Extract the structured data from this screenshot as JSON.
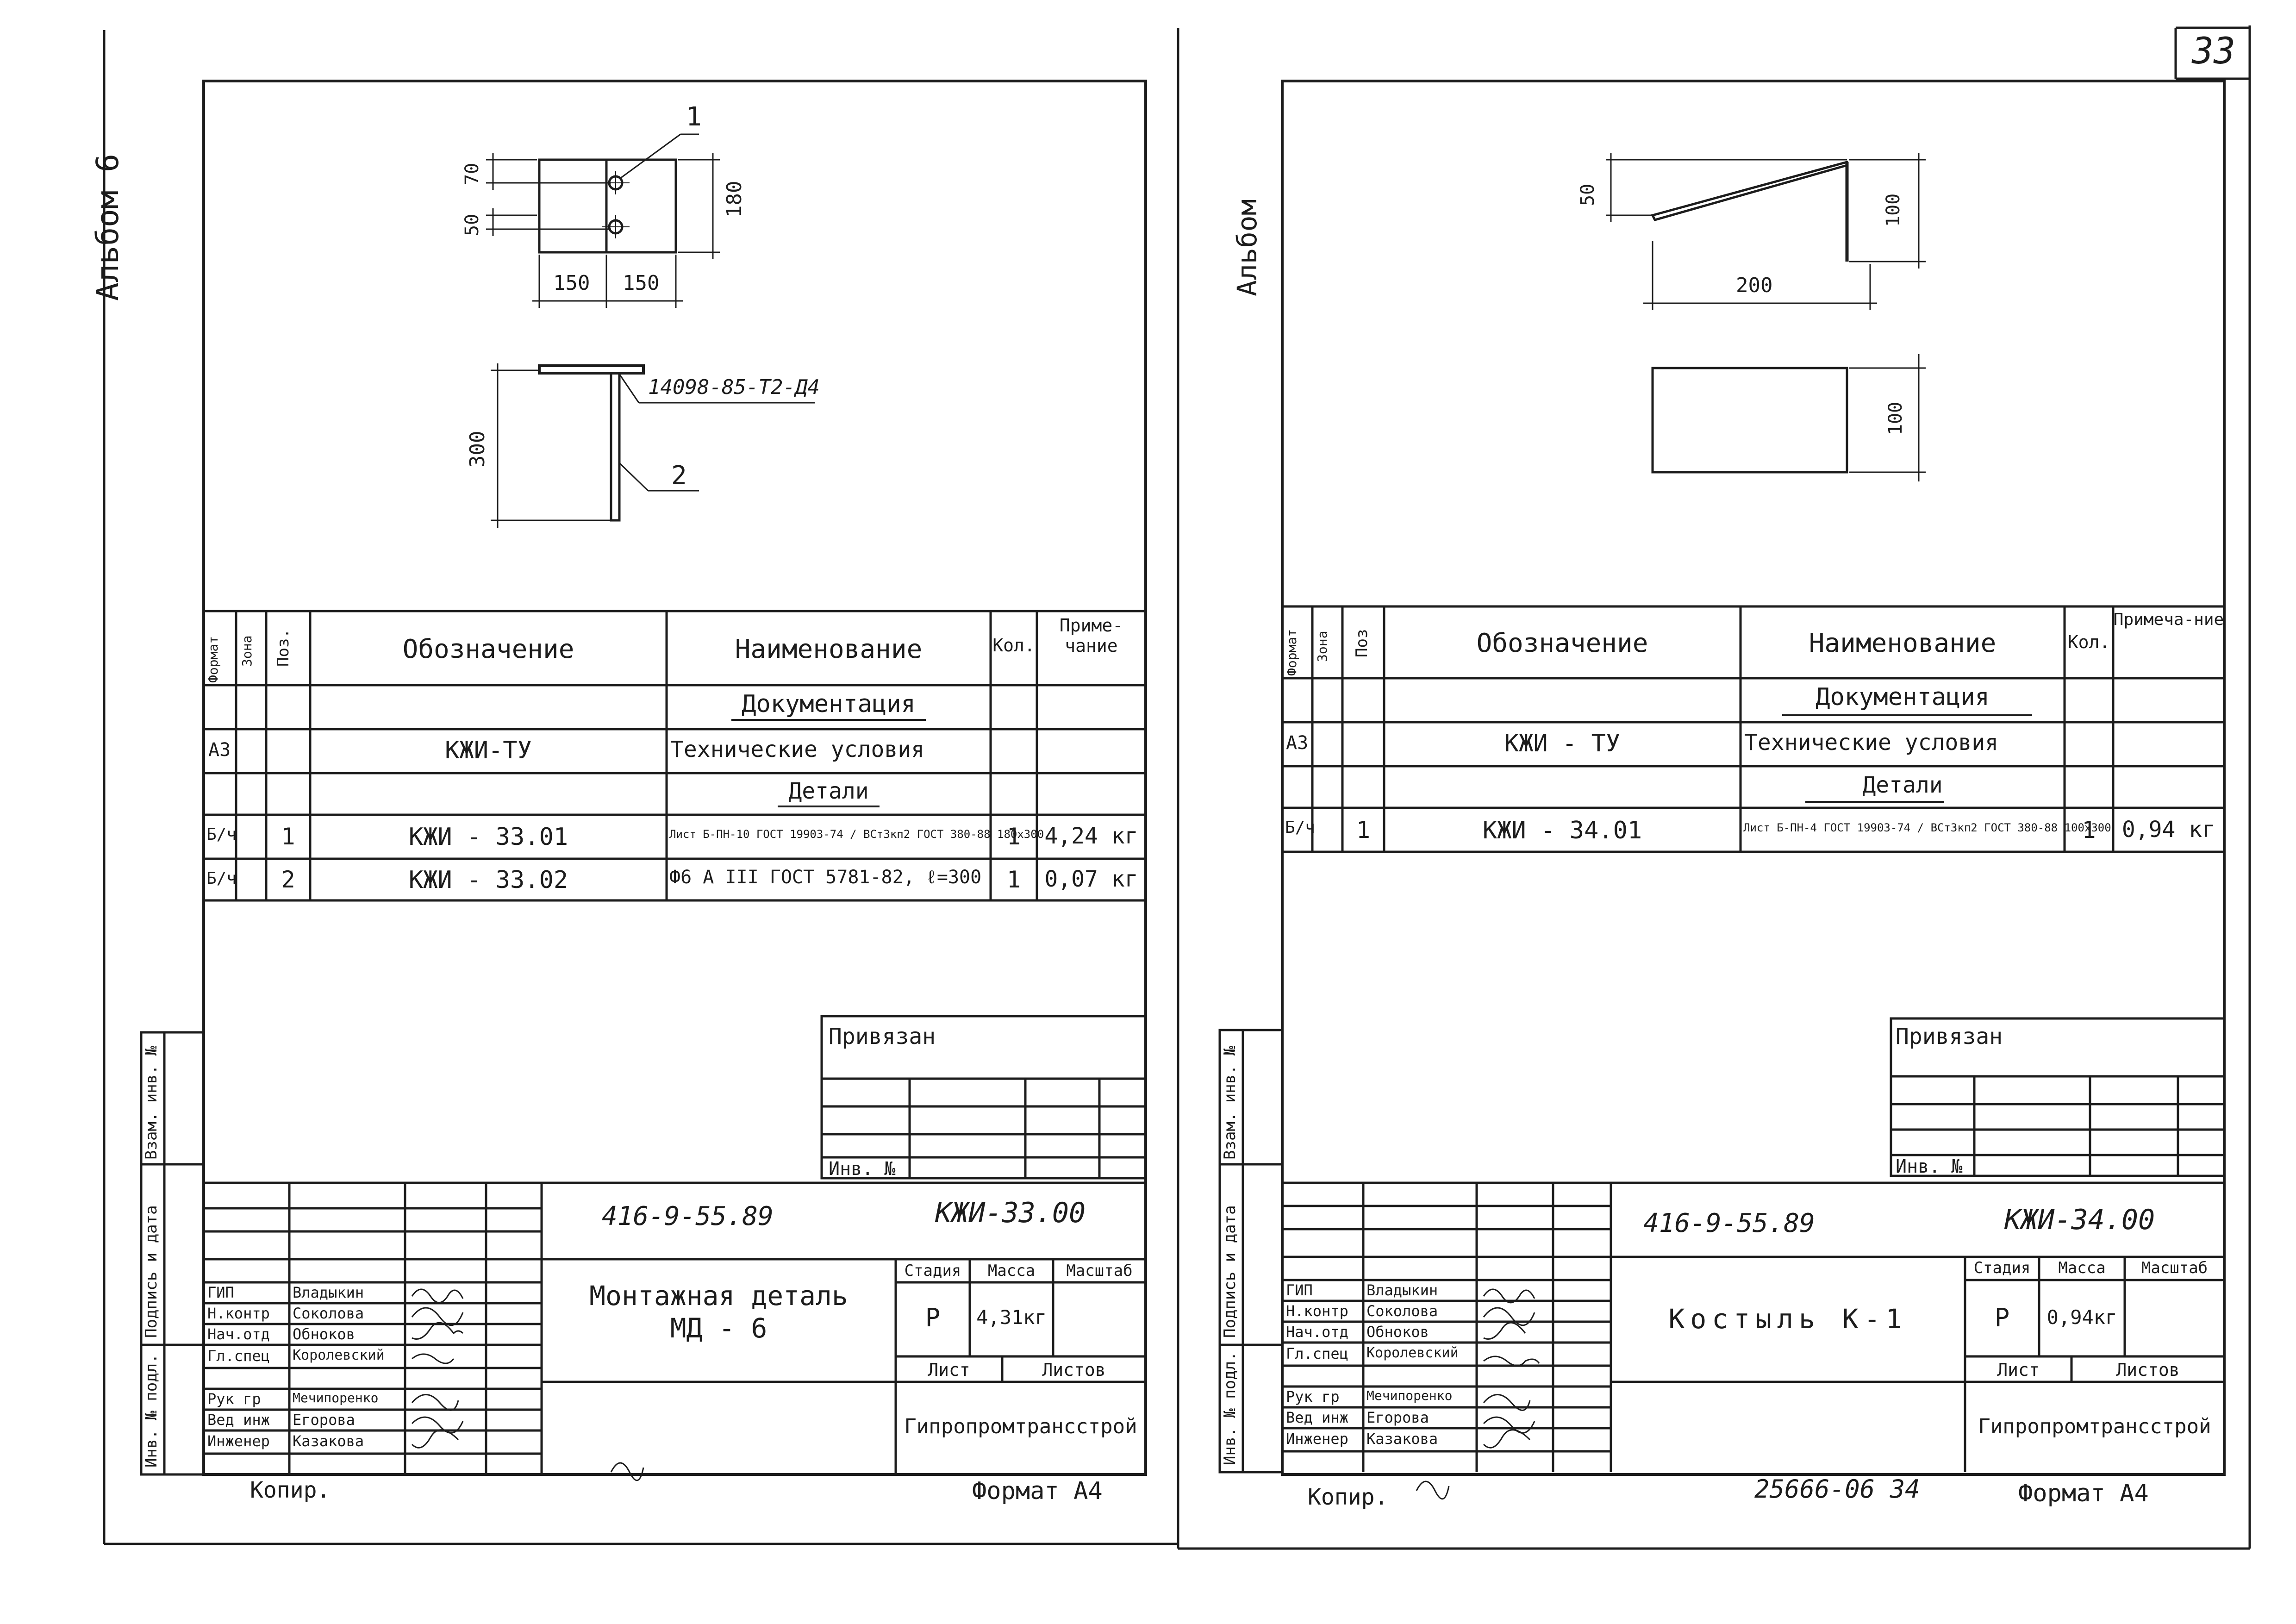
{
  "page_number": "33",
  "bottom_stamp": "25666-06 34",
  "left_sheet": {
    "album_label": "Альбом 6",
    "callout_1": "1",
    "callout_2": "2",
    "weld_note": "14098-85-Т2-Д4",
    "dims": {
      "d1": "70",
      "d2": "50",
      "d3": "150",
      "d4": "150",
      "d5": "180",
      "d6": "300"
    },
    "table": {
      "headers": {
        "format": "Формат",
        "zone": "Зона",
        "pos": "Поз.",
        "designation": "Обозначение",
        "name": "Наименование",
        "qty": "Кол.",
        "note": "Приме-чание"
      },
      "rows": [
        {
          "format": "",
          "pos": "",
          "designation": "",
          "name": "Документация",
          "qty": "",
          "note": ""
        },
        {
          "format": "А3",
          "pos": "",
          "designation": "КЖИ-ТУ",
          "name": "Технические условия",
          "qty": "",
          "note": ""
        },
        {
          "format": "",
          "pos": "",
          "designation": "",
          "name": "Детали",
          "qty": "",
          "note": ""
        },
        {
          "format": "Б/ч",
          "pos": "1",
          "designation": "КЖИ - 33.01",
          "name": "Лист Б-ПН-10 ГОСТ 19903-74 / ВСт3кп2 ГОСТ 380-88  180х300",
          "qty": "1",
          "note": "4,24 кг"
        },
        {
          "format": "Б/ч",
          "pos": "2",
          "designation": "КЖИ - 33.02",
          "name": "Ф6 А III ГОСТ 5781-82, ℓ=300",
          "qty": "1",
          "note": "0,07 кг"
        }
      ]
    },
    "side_stamps": [
      "Инв. № подл.",
      "Подпись и дата",
      "Взам. инв. №"
    ],
    "privyazan": "Привязан",
    "inv_no": "Инв. №",
    "title_block": {
      "code": "416-9-55.89",
      "drawing": "КЖИ-33.00",
      "title_line1": "Монтажная деталь",
      "title_line2": "МД - 6",
      "stage_h": "Стадия",
      "mass_h": "Масса",
      "scale_h": "Масштаб",
      "stage": "Р",
      "mass": "4,31кг",
      "sheet": "Лист",
      "sheets": "Листов",
      "org": "Гипропромтрансстрой",
      "roles": [
        "ГИП",
        "Н.контр",
        "Нач.отд",
        "Гл.спец",
        "Рук гр",
        "Вед инж",
        "Инженер"
      ],
      "names": [
        "Владыкин",
        "Соколова",
        "Обноков",
        "Королевский",
        "Мечипоренко",
        "Егорова",
        "Казакова"
      ]
    },
    "copy": "Копир.",
    "format_label": "Формат А4"
  },
  "right_sheet": {
    "album_label": "Альбом",
    "dims": {
      "d1": "50",
      "d2": "100",
      "d3": "200",
      "d4": "100"
    },
    "table": {
      "headers": {
        "format": "Формат",
        "zone": "Зона",
        "pos": "Поз",
        "designation": "Обозначение",
        "name": "Наименование",
        "qty": "Кол.",
        "note": "Примеча-ние"
      },
      "rows": [
        {
          "format": "",
          "pos": "",
          "designation": "",
          "name": "Документация",
          "qty": "",
          "note": ""
        },
        {
          "format": "А3",
          "pos": "",
          "designation": "КЖИ - ТУ",
          "name": "Технические условия",
          "qty": "",
          "note": ""
        },
        {
          "format": "",
          "pos": "",
          "designation": "",
          "name": "Детали",
          "qty": "",
          "note": ""
        },
        {
          "format": "Б/ч",
          "pos": "1",
          "designation": "КЖИ - 34.01",
          "name": "Лист Б-ПН-4 ГОСТ 19903-74 / ВСт3кп2 ГОСТ 380-88  100х300",
          "qty": "1",
          "note": "0,94 кг"
        }
      ]
    },
    "side_stamps": [
      "Инв. № подл.",
      "Подпись и дата",
      "Взам. инв. №"
    ],
    "privyazan": "Привязан",
    "inv_no": "Инв. №",
    "title_block": {
      "code": "416-9-55.89",
      "drawing": "КЖИ-34.00",
      "title_line1": "Костыль К-1",
      "stage_h": "Стадия",
      "mass_h": "Масса",
      "scale_h": "Масштаб",
      "stage": "Р",
      "mass": "0,94кг",
      "sheet": "Лист",
      "sheets": "Листов",
      "org": "Гипропромтрансстрой",
      "roles": [
        "ГИП",
        "Н.контр",
        "Нач.отд",
        "Гл.спец",
        "Рук гр",
        "Вед инж",
        "Инженер"
      ],
      "names": [
        "Владыкин",
        "Соколова",
        "Обноков",
        "Королевский",
        "Мечипоренко",
        "Егорова",
        "Казакова"
      ]
    },
    "copy": "Копир.",
    "format_label": "Формат А4"
  }
}
